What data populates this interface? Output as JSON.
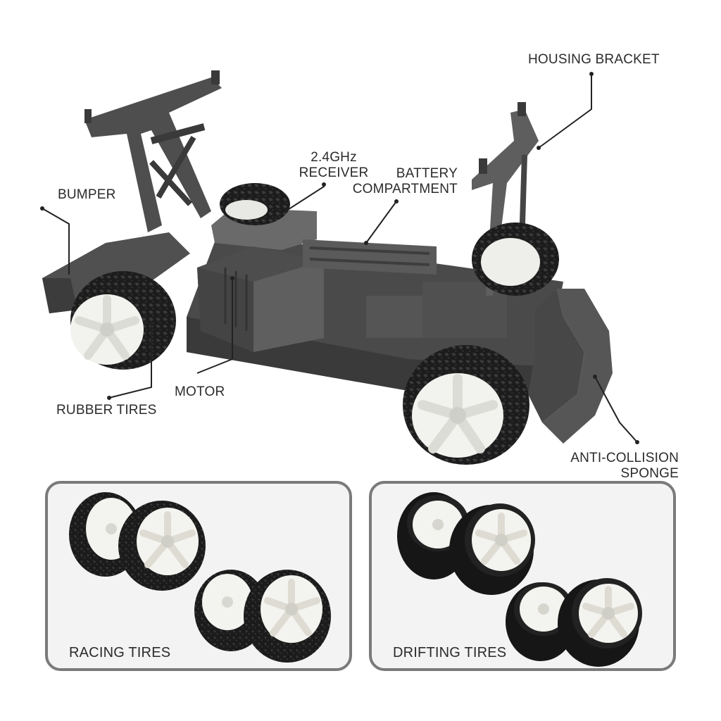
{
  "callouts": {
    "housing_bracket": "HOUSING BRACKET",
    "receiver_line1": "2.4GHz",
    "receiver_line2": "RECEIVER",
    "battery_line1": "BATTERY",
    "battery_line2": "COMPARTMENT",
    "bumper": "BUMPER",
    "motor": "MOTOR",
    "rubber_tires": "RUBBER TIRES",
    "anti_collision_line1": "ANTI-COLLISION",
    "anti_collision_line2": "SPONGE"
  },
  "panels": {
    "racing": "RACING TIRES",
    "drifting": "DRIFTING TIRES"
  },
  "colors": {
    "chassis": "#5a5a5a",
    "chassis_dark": "#3d3d3d",
    "tire": "#1e1e1e",
    "rim": "#f2f2ef",
    "panel_border": "#7a7a7a",
    "panel_bg": "#f3f3f4"
  }
}
